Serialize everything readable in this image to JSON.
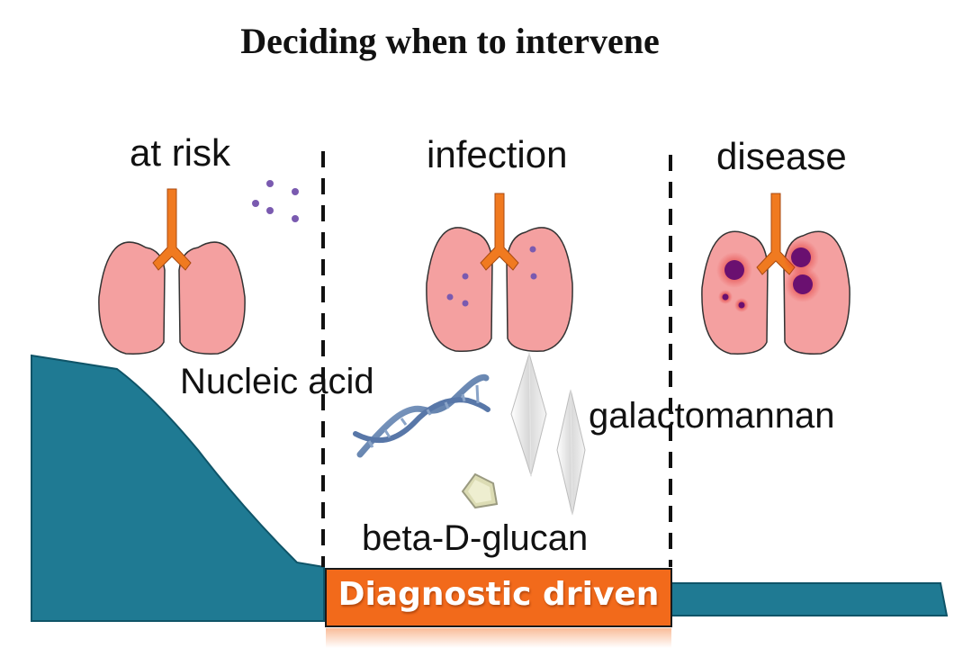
{
  "title": "Deciding when to intervene",
  "stages": {
    "at_risk": "at risk",
    "infection": "infection",
    "disease": "disease"
  },
  "markers": {
    "nucleic_acid": "Nucleic acid",
    "galactomannan": "galactomannan",
    "beta_d_glucan": "beta-D-glucan"
  },
  "banner": {
    "label": "Diagnostic driven"
  },
  "colors": {
    "lung_fill": "#f4a0a0",
    "trachea": "#f07a20",
    "spore": "#7a5ab0",
    "lesion": "#6a1070",
    "risk_area": "#1f7a93",
    "banner": "#f26a1b"
  }
}
